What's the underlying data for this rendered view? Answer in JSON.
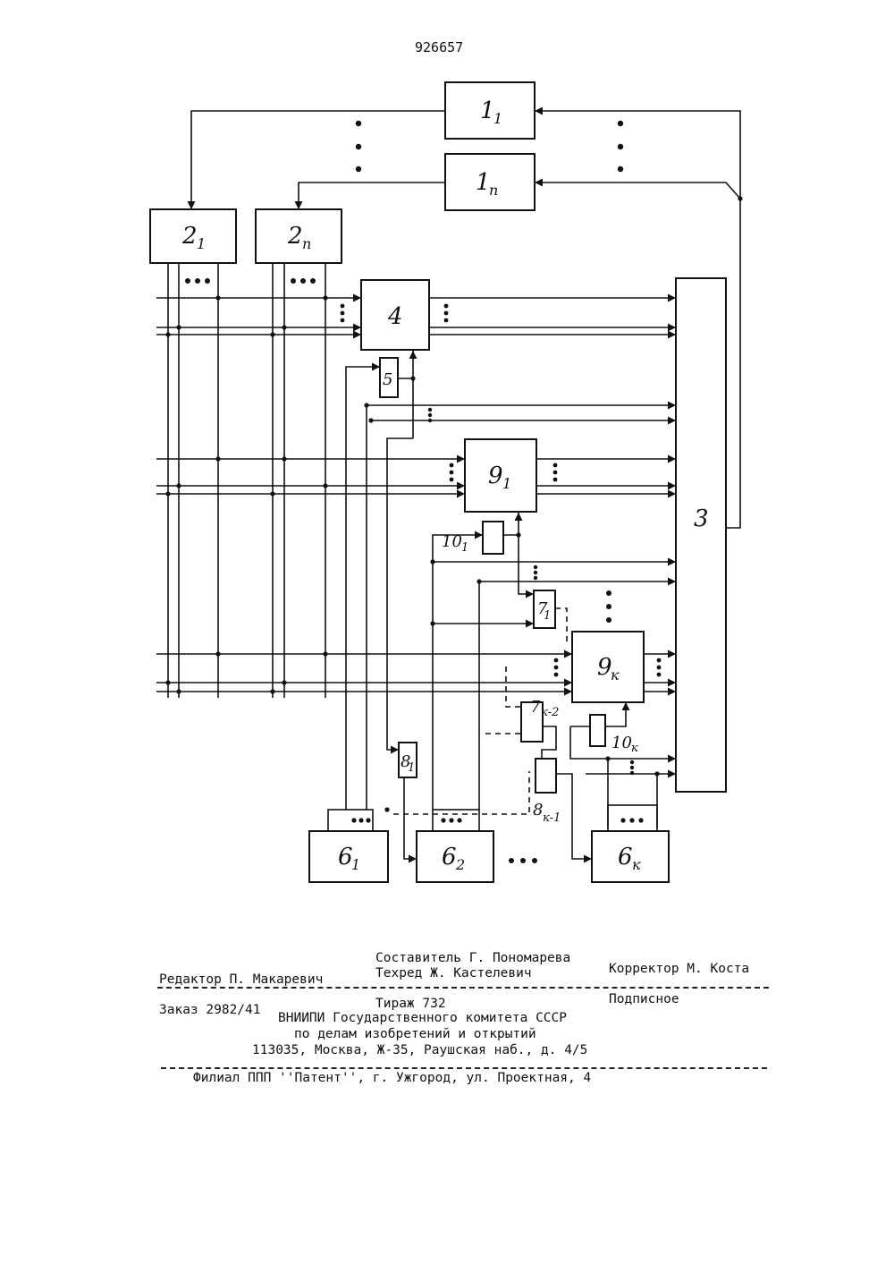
{
  "patent_number": "926657",
  "blocks": {
    "b1_1": {
      "main": "1",
      "sub": "1"
    },
    "b1_n": {
      "main": "1",
      "sub": "п"
    },
    "b2_1": {
      "main": "2",
      "sub": "1"
    },
    "b2_n": {
      "main": "2",
      "sub": "п"
    },
    "b3": {
      "main": "3",
      "sub": ""
    },
    "b4": {
      "main": "4",
      "sub": ""
    },
    "b5": {
      "main": "5",
      "sub": ""
    },
    "b9_1": {
      "main": "9",
      "sub": "1"
    },
    "b9_k": {
      "main": "9",
      "sub": "к"
    },
    "b10_1": {
      "main": "10",
      "sub": "1"
    },
    "b10_k": {
      "main": "10",
      "sub": "к"
    },
    "b7_1": {
      "main": "7",
      "sub": "1"
    },
    "b7_k2": {
      "main": "7",
      "sub": "к-2"
    },
    "b8_1": {
      "main": "8",
      "sub": "1"
    },
    "b8_k1": {
      "main": "8",
      "sub": "к-1"
    },
    "b6_1": {
      "main": "6",
      "sub": "1"
    },
    "b6_2": {
      "main": "6",
      "sub": "2"
    },
    "b6_k": {
      "main": "6",
      "sub": "к"
    }
  },
  "footer": {
    "compiler": "Составитель Г. Пономарева",
    "editor": "Редактор П. Макаревич",
    "techred": "Техред Ж. Кастелевич",
    "corrector": "Корректор М. Коста",
    "order": "Заказ 2982/41",
    "circulation": "Тираж 732",
    "subscription": "Подписное",
    "org_line1": "ВНИИПИ Государственного комитета СССР",
    "org_line2": "по делам изобретений и открытий",
    "address": "113035, Москва, Ж-35, Раушская наб., д. 4/5",
    "branch": "Филиал ППП ''Патент'', г. Ужгород, ул. Проектная, 4"
  }
}
